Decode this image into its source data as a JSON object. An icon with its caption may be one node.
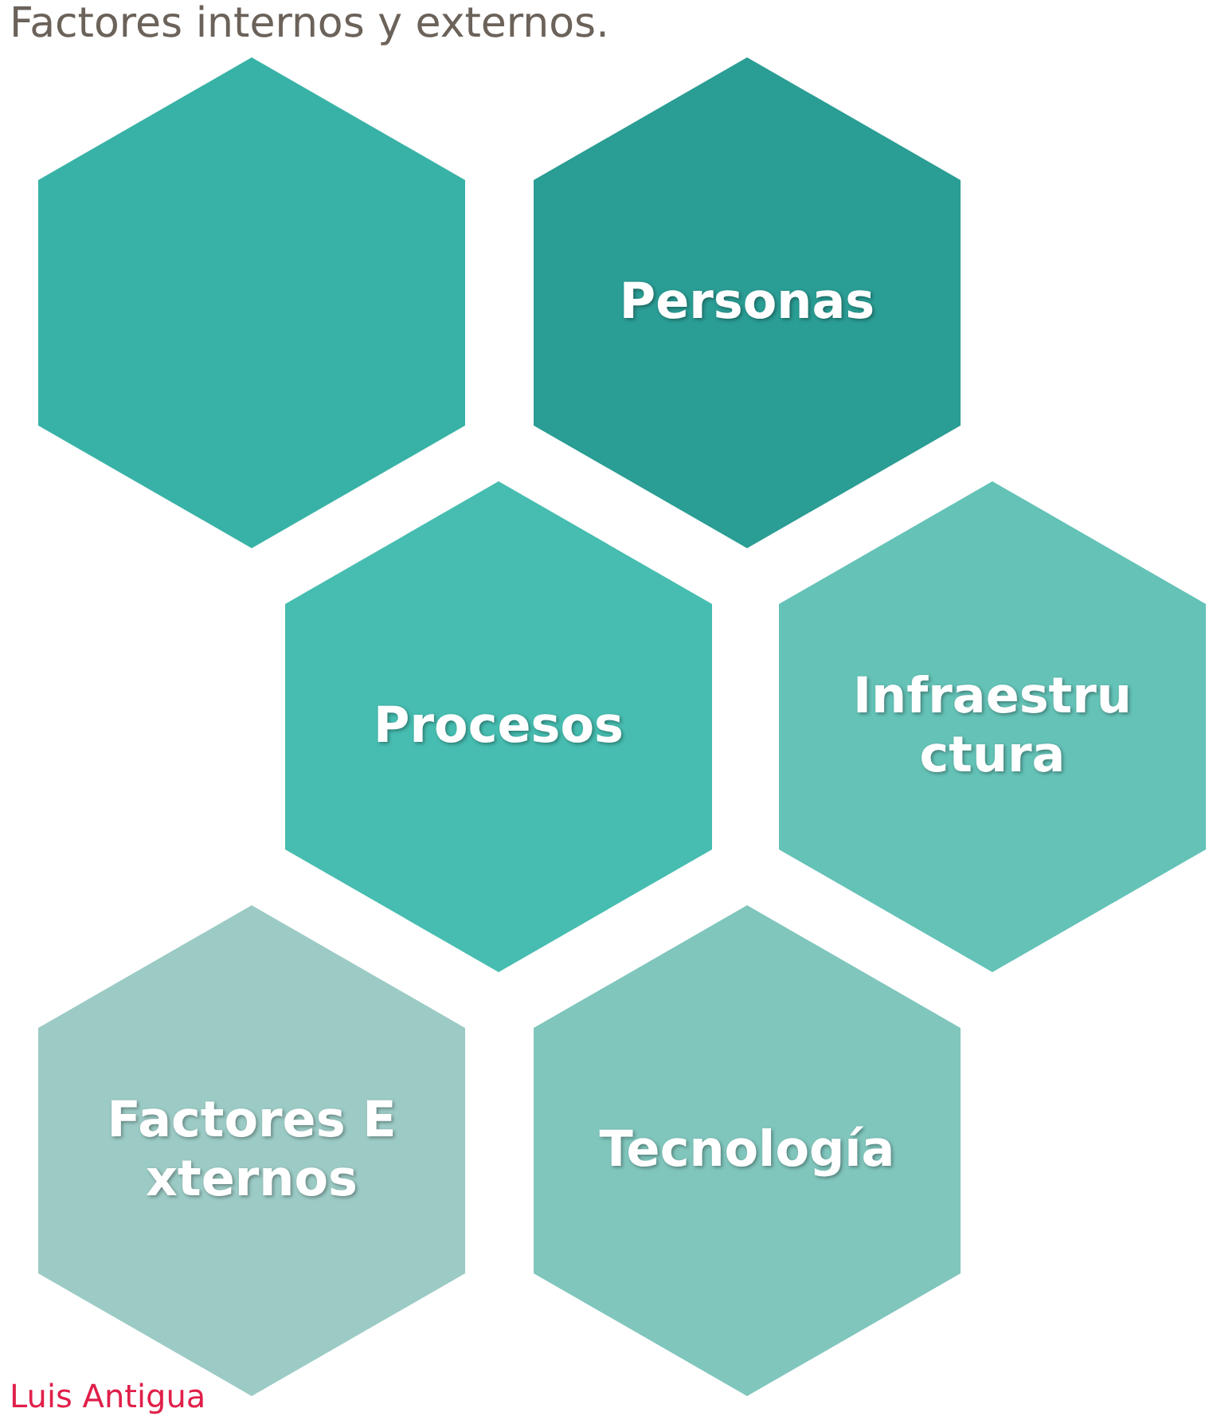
{
  "diagram": {
    "nodes": [
      {
        "text": [],
        "shape": "hexagon"
      },
      {
        "text": [
          "Personas"
        ]
      },
      {
        "text": [
          "Procesos"
        ]
      },
      {
        "text": [
          "Infraestructura"
        ]
      },
      {
        "text": [
          "Factores Externos"
        ]
      },
      {
        "text": [
          "Tecnología"
        ]
      }
    ],
    "labels": [
      "Factores internos y externos.",
      "Luis Antigua"
    ]
  }
}
